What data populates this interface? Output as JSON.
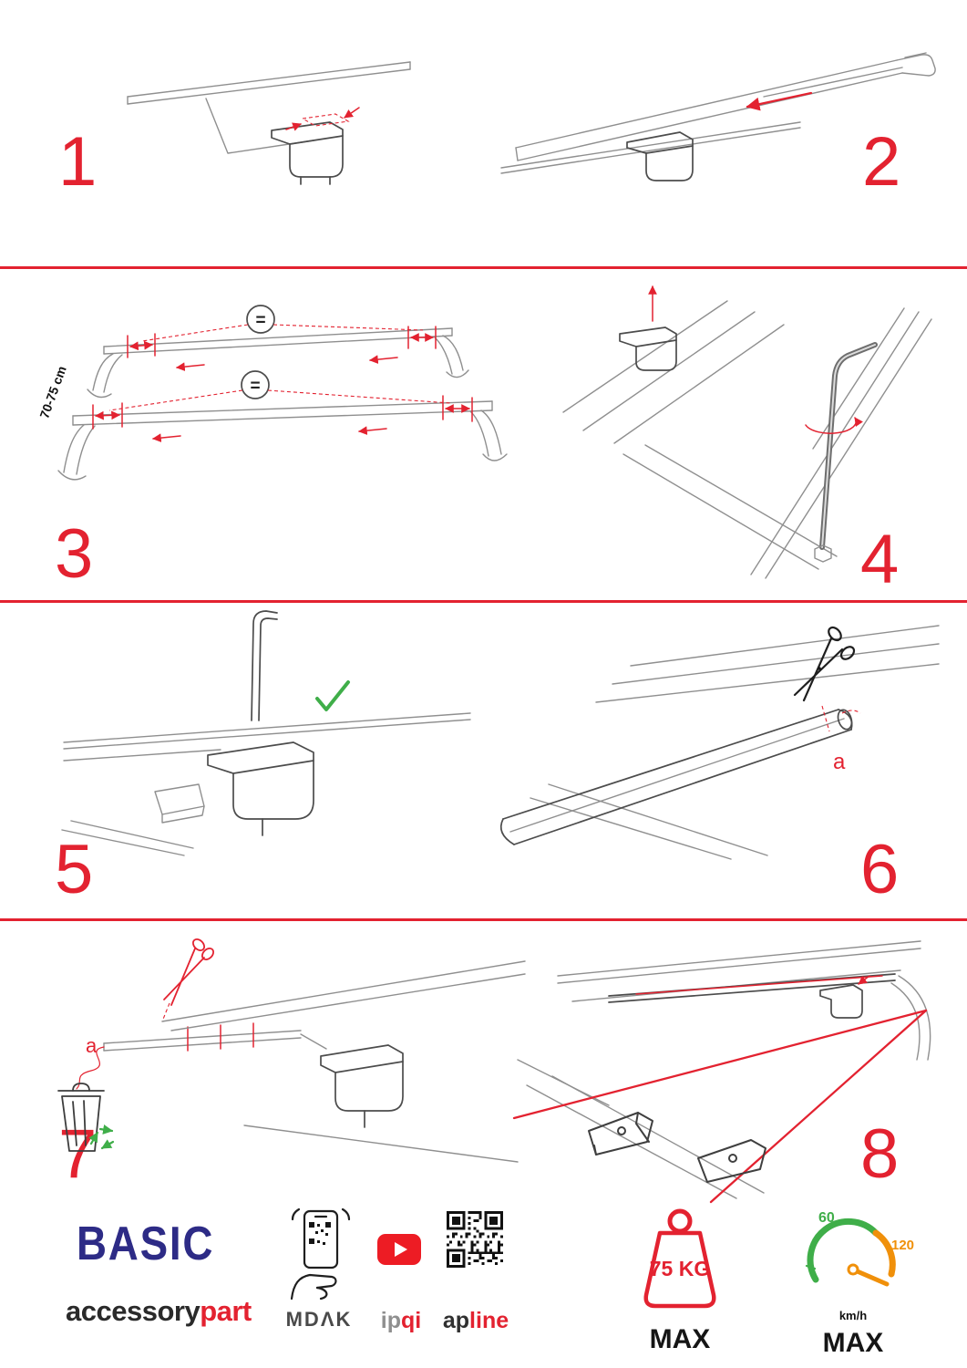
{
  "steps": {
    "s1": {
      "number": "1"
    },
    "s2": {
      "number": "2"
    },
    "s3": {
      "number": "3",
      "equals": "=",
      "measure": "70-75 cm"
    },
    "s4": {
      "number": "4"
    },
    "s5": {
      "number": "5"
    },
    "s6": {
      "number": "6",
      "label_a": "a"
    },
    "s7": {
      "number": "7",
      "label_a": "a"
    },
    "s8": {
      "number": "8"
    }
  },
  "footer": {
    "brand": {
      "title": "BASIC",
      "sub_left": "accessory",
      "sub_right": "part"
    },
    "mdak_label": "MDΛK",
    "ipqi": {
      "left": "ip",
      "right": "qi"
    },
    "apline": {
      "left": "ap",
      "right": "line"
    },
    "weight": {
      "value": "75 KG",
      "max": "MAX"
    },
    "speed": {
      "low": "60",
      "high": "120",
      "unit": "km/h",
      "max": "MAX"
    }
  },
  "colors": {
    "accent_red": "#e32230",
    "brand_blue": "#2d2b86",
    "accent_green": "#3fae49",
    "accent_orange": "#f0900a",
    "youtube_red": "#ed1c24",
    "sketch_gray": "#8f8f8f",
    "dark_gray": "#4c4c4c",
    "ink": "#1c1c1c"
  }
}
